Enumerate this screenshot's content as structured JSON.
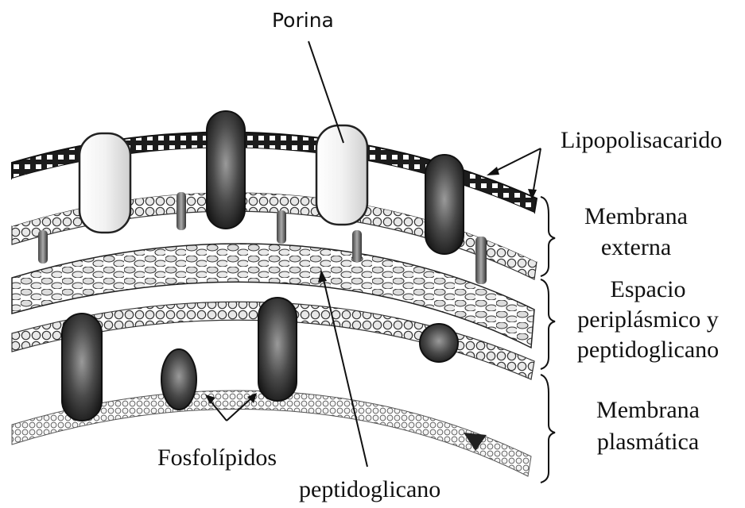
{
  "labels": {
    "porina": "Porina",
    "lipopolisacarido": "Lipopolisacarido",
    "membrana_externa_1": "Membrana",
    "membrana_externa_2": "externa",
    "espacio_1": "Espacio",
    "espacio_2": "periplásmico y",
    "espacio_3": "peptidoglicano",
    "membrana_plasmatica_1": "Membrana",
    "membrana_plasmatica_2": "plasmática",
    "fosfolipidos": "Fosfolípidos",
    "peptidoglicano": "peptidoglicano"
  },
  "colors": {
    "ink": "#111111",
    "protein_dark": "#3a3a3a",
    "protein_mid": "#8a8a8a",
    "lipid_head": "#dedede"
  }
}
